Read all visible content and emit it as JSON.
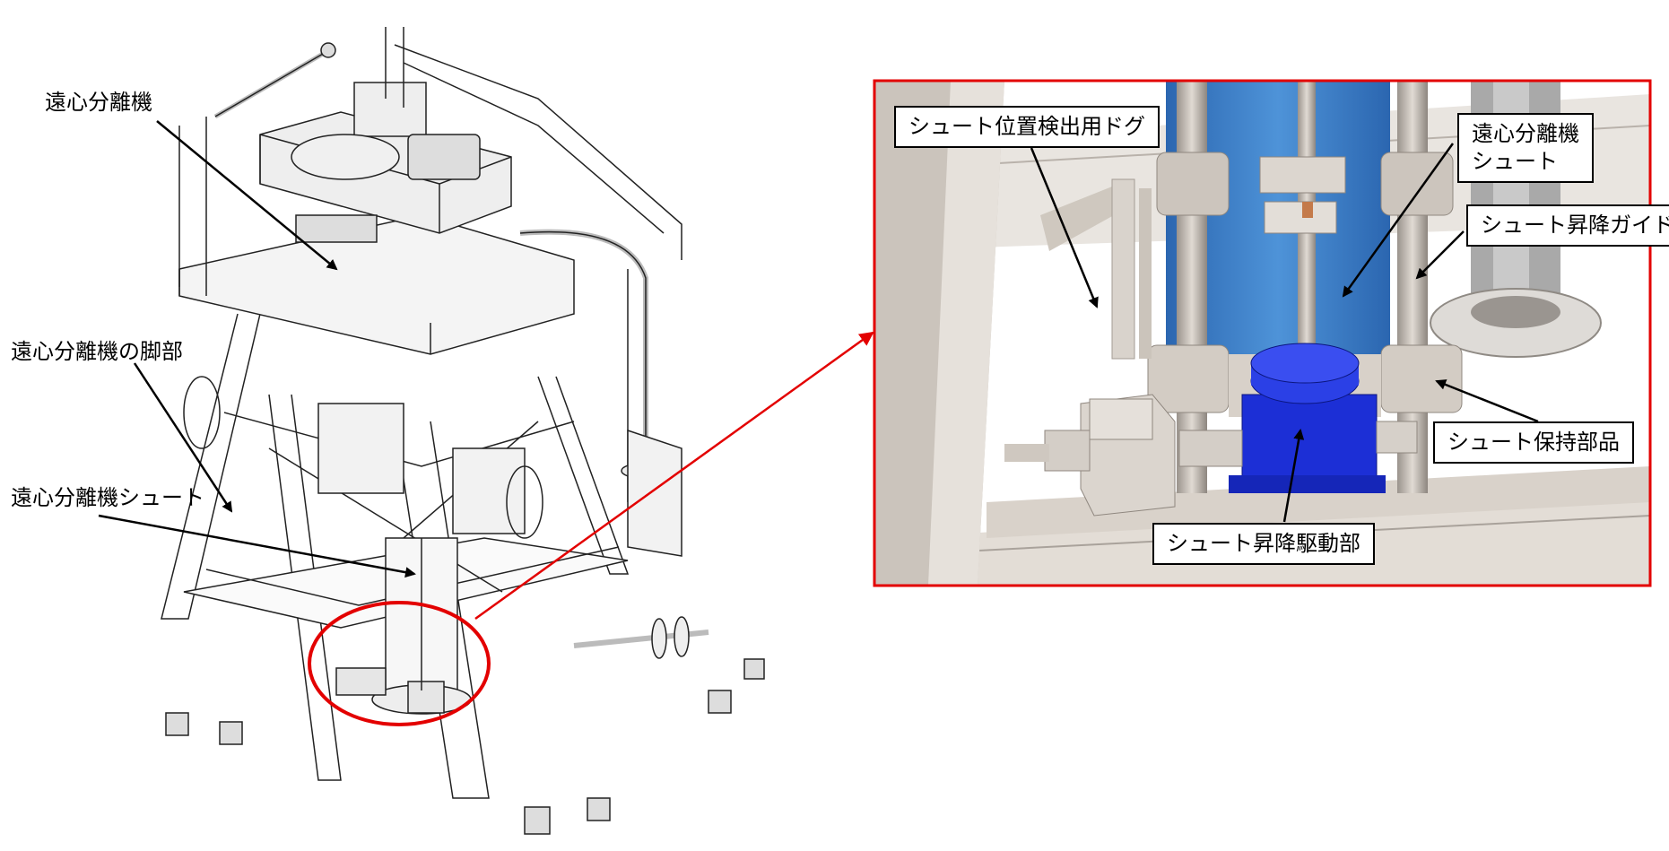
{
  "left_labels": {
    "centrifuge": "遠心分離機",
    "centrifuge_legs": "遠心分離機の脚部",
    "centrifuge_chute": "遠心分離機シュート"
  },
  "detail_labels": {
    "chute_position_dog": "シュート位置検出用ドグ",
    "centrifuge_chute_line1": "遠心分離機",
    "centrifuge_chute_line2": "シュート",
    "chute_lift_guide": "シュート昇降ガイド",
    "chute_holding_part": "シュート保持部品",
    "chute_lift_drive": "シュート昇降駆動部"
  },
  "colors": {
    "highlight": "#e30000",
    "drive_unit": "#1c2fd6",
    "chute_cylinder": "#3a7cc7",
    "frame": "#d8d2cb"
  }
}
